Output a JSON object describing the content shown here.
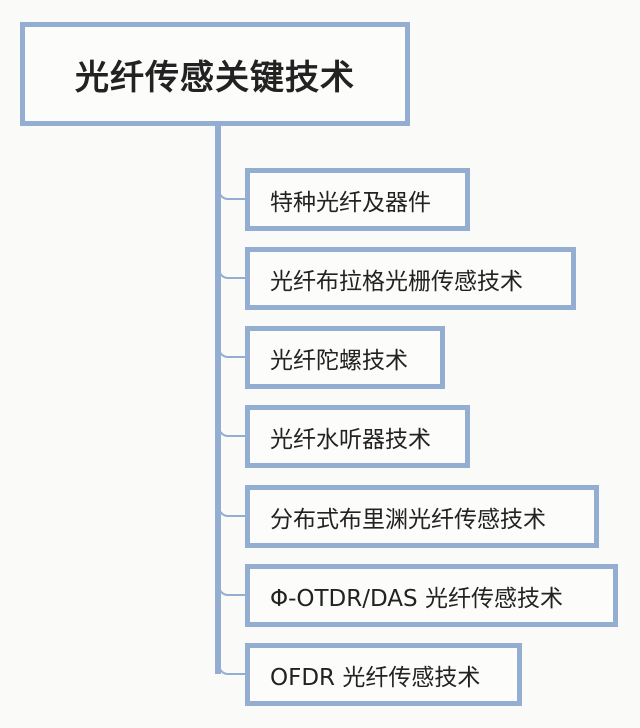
{
  "root": {
    "label": "光纤传感关键技术"
  },
  "children": [
    {
      "label": "特种光纤及器件"
    },
    {
      "label": "光纤布拉格光栅传感技术"
    },
    {
      "label": "光纤陀螺技术"
    },
    {
      "label": "光纤水听器技术"
    },
    {
      "label": "分布式布里渊光纤传感技术"
    },
    {
      "label": "Φ-OTDR/DAS 光纤传感技术"
    },
    {
      "label": "OFDR 光纤传感技术"
    }
  ],
  "colors": {
    "border": "#93aed0",
    "text": "#222222"
  }
}
